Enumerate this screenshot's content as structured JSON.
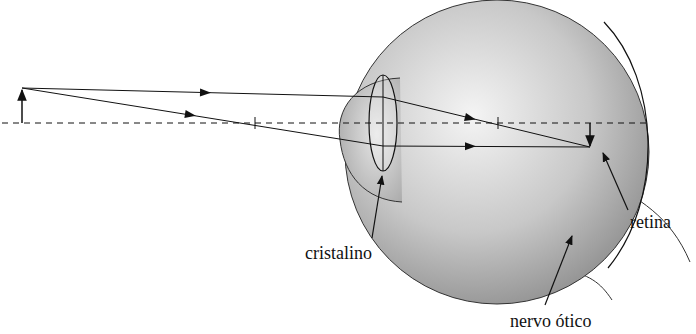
{
  "diagram": {
    "labels": [
      "cristalino",
      "retina",
      "nervo ótico"
    ]
  }
}
